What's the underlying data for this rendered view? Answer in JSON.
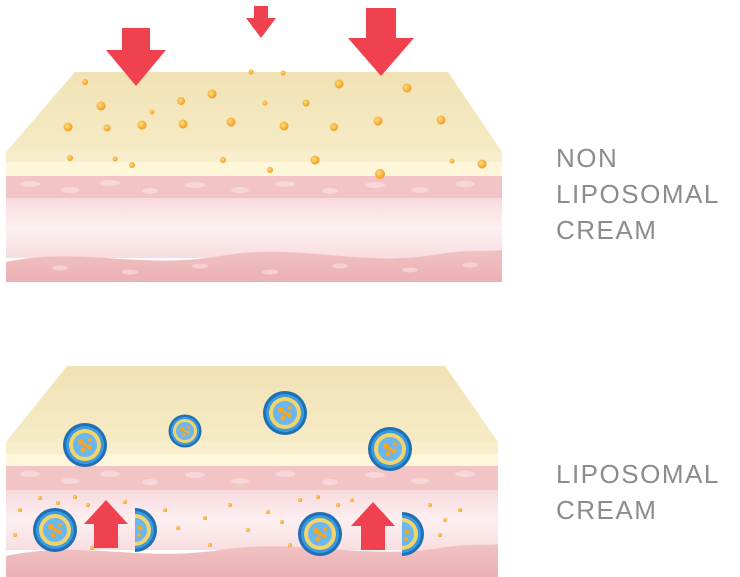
{
  "labels": {
    "top": [
      "NON",
      "LIPOSOMAL",
      "CREAM"
    ],
    "bottom": [
      "LIPOSOMAL",
      "CREAM"
    ]
  },
  "colors": {
    "cream_top": "#f2e4b9",
    "cream_side": "#fbf2cf",
    "epidermis": "#f3c8c8",
    "dermis": "#fbe6e8",
    "deep_layer": "#efbcbc",
    "particle": "#f5a623",
    "particle_core": "#fbc84b",
    "arrow": "#f0414f",
    "liposome_shell": "#2d8fd4",
    "liposome_core": "#6ab7f0",
    "label_text": "#8c8c8c"
  }
}
